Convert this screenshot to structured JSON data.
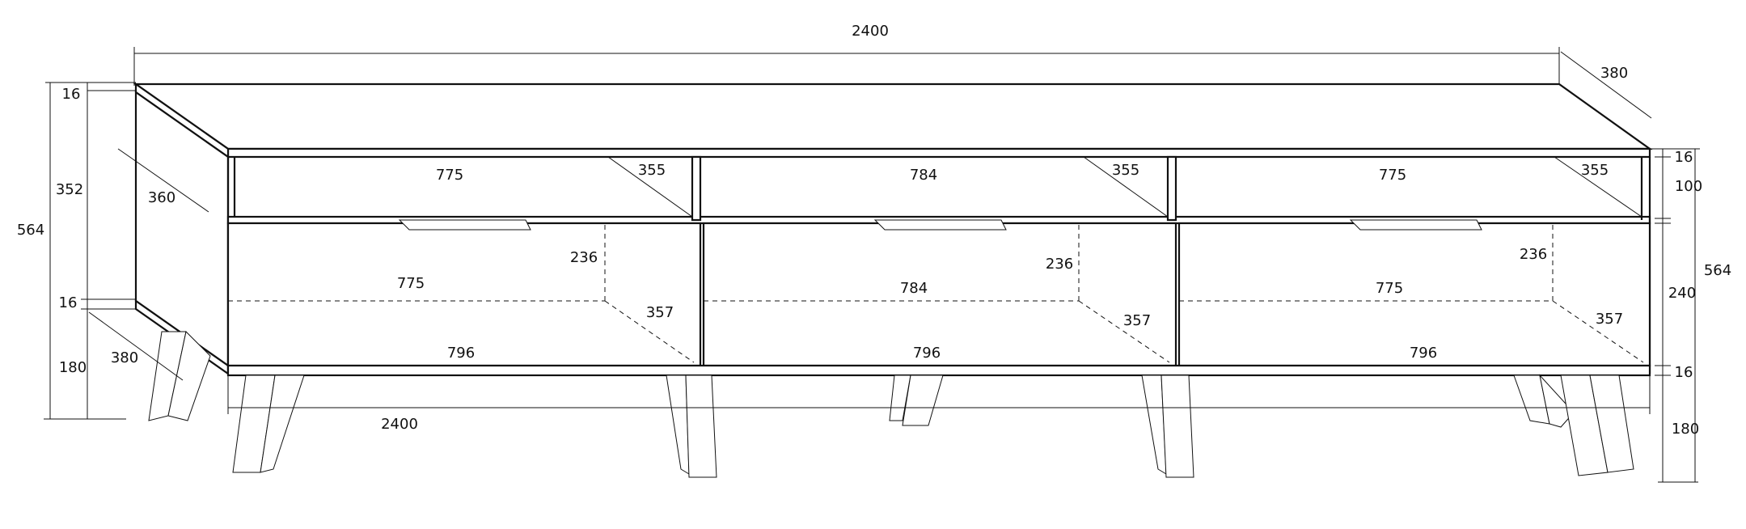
{
  "diagram": {
    "dimensions": {
      "overall_width_top": "2400",
      "overall_width_bottom": "2400",
      "depth_top": "380",
      "depth_left_bottom": "380",
      "side_inner_depth": "360",
      "left_total_height": "564",
      "left_top_thickness": "16",
      "left_body_height": "352",
      "left_bottom_thickness": "16",
      "left_leg_height": "180",
      "right_top_thickness": "16",
      "right_shelf_height": "100",
      "right_total_height": "564",
      "right_drawer_height": "240",
      "right_bottom_thickness": "16",
      "right_leg_height": "180"
    },
    "sections": [
      {
        "shelf_width": "775",
        "shelf_depth": "355",
        "drawer_height": "236",
        "drawer_width": "775",
        "drawer_depth": "357",
        "base_width": "796"
      },
      {
        "shelf_width": "784",
        "shelf_depth": "355",
        "drawer_height": "236",
        "drawer_width": "784",
        "drawer_depth": "357",
        "base_width": "796"
      },
      {
        "shelf_width": "775",
        "shelf_depth": "355",
        "drawer_height": "236",
        "drawer_width": "775",
        "drawer_depth": "357",
        "base_width": "796"
      }
    ]
  }
}
